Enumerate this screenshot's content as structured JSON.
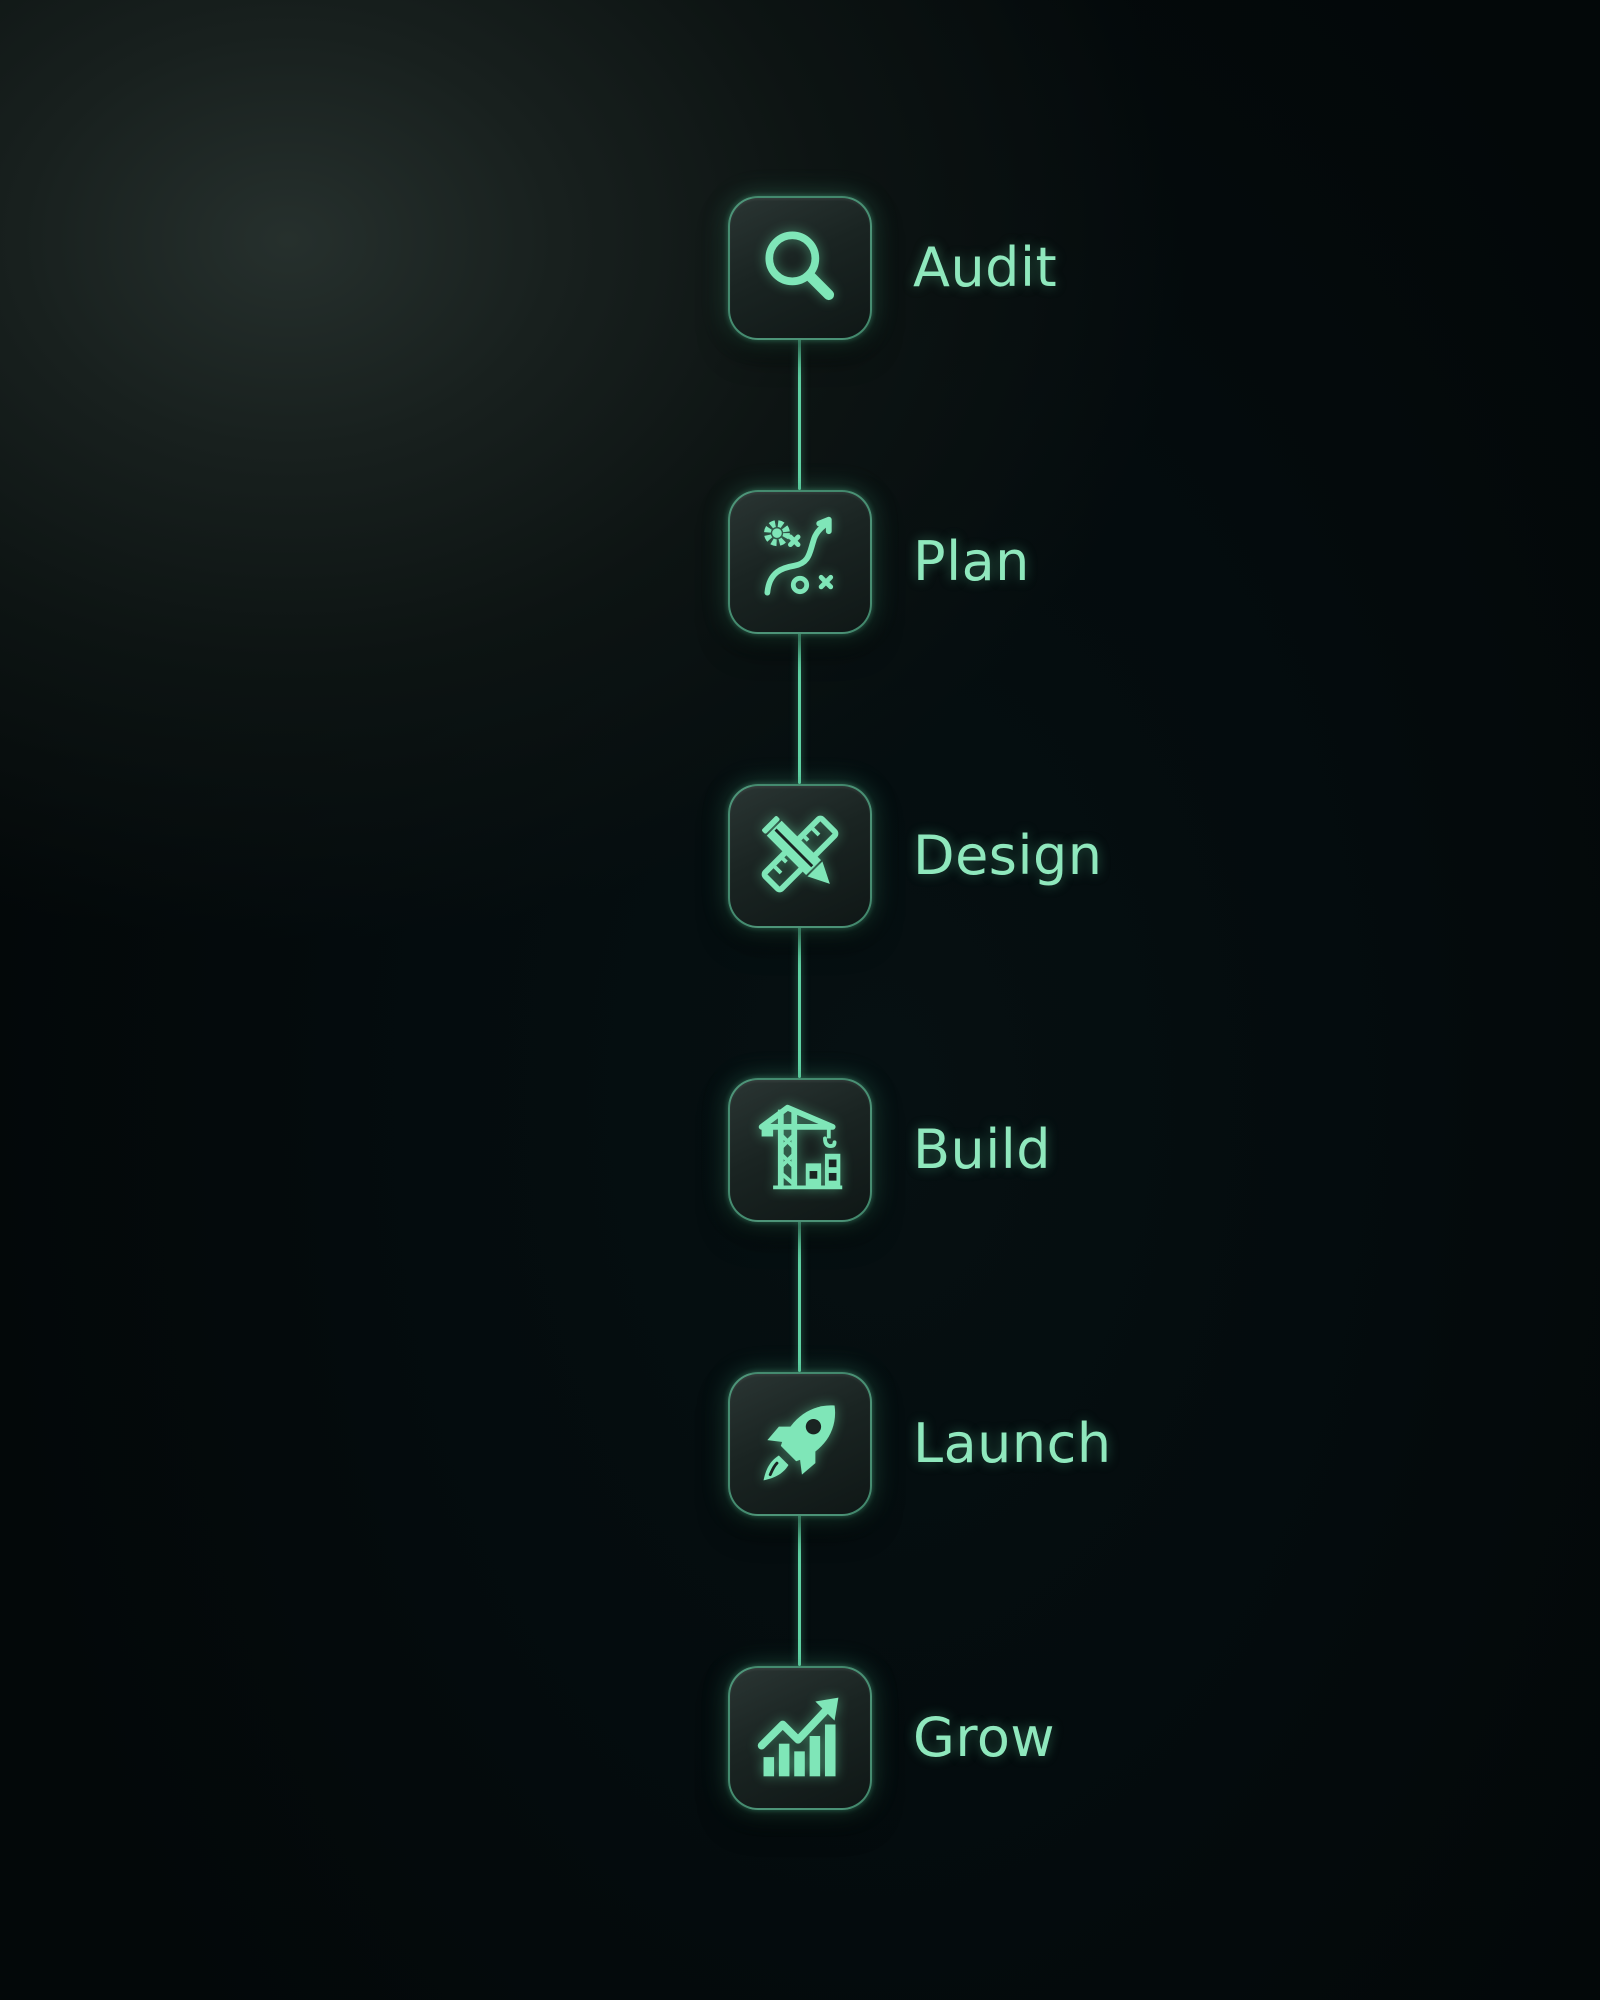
{
  "steps": [
    {
      "label": "Audit",
      "icon": "magnifying-glass-icon"
    },
    {
      "label": "Plan",
      "icon": "strategy-plan-icon"
    },
    {
      "label": "Design",
      "icon": "pencil-ruler-icon"
    },
    {
      "label": "Build",
      "icon": "construction-crane-icon"
    },
    {
      "label": "Launch",
      "icon": "rocket-icon"
    },
    {
      "label": "Grow",
      "icon": "growth-chart-icon"
    }
  ],
  "colors": {
    "accent": "#5fd3a4",
    "label": "#8fe8bd",
    "icon": "#7fe6b8",
    "tile": "#1a2422",
    "background": "#040a0c"
  }
}
